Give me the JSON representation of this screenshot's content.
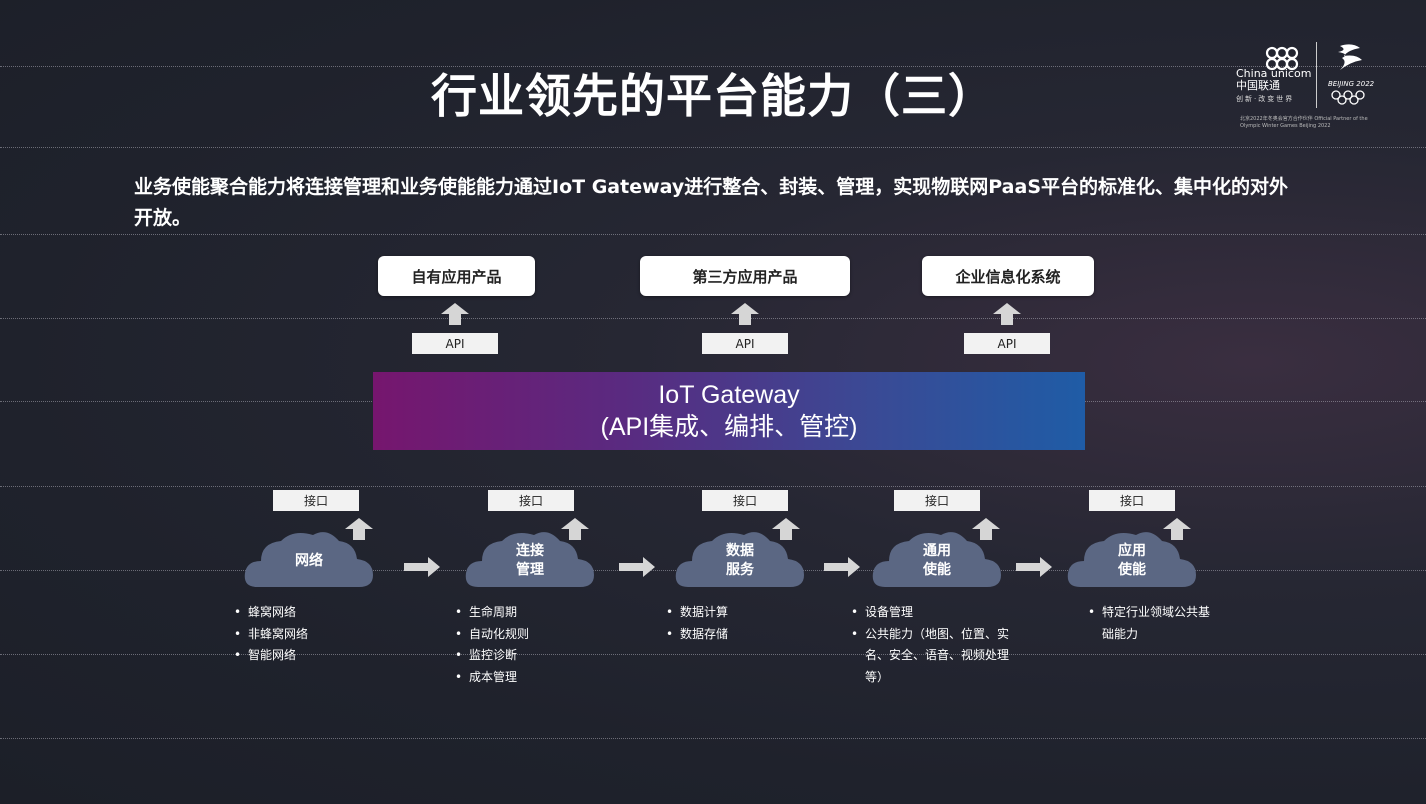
{
  "title": "行业领先的平台能力（三）",
  "logo": {
    "brand_text": "China unicom中国联通",
    "tagline": "创新·改变世界",
    "partner_line": "北京2022年冬奥会官方合作伙伴 Official Partner of the Olympic Winter Games Beijing 2022",
    "beijing": "BEIJING 2022"
  },
  "intro": " 业务使能聚合能力将连接管理和业务使能能力通过IoT Gateway进行整合、封装、管理，实现物联网PaaS平台的标准化、集中化的对外开放。",
  "top_products": [
    {
      "label": "自有应用产品",
      "api": "API"
    },
    {
      "label": "第三方应用产品",
      "api": "API"
    },
    {
      "label": "企业信息化系统",
      "api": "API"
    }
  ],
  "gateway": {
    "line1": "IoT Gateway",
    "line2": "(API集成、编排、管控)"
  },
  "modules": [
    {
      "name_line1": "网络",
      "name_line2": "",
      "interface": "接口",
      "items": [
        "蜂窝网络",
        "非蜂窝网络",
        "智能网络"
      ]
    },
    {
      "name_line1": "连接",
      "name_line2": "管理",
      "interface": "接口",
      "items": [
        "生命周期",
        "自动化规则",
        "监控诊断",
        "成本管理"
      ]
    },
    {
      "name_line1": "数据",
      "name_line2": "服务",
      "interface": "接口",
      "items": [
        "数据计算",
        "数据存储"
      ]
    },
    {
      "name_line1": "通用",
      "name_line2": "使能",
      "interface": "接口",
      "items": [
        "设备管理",
        "公共能力（地图、位置、实名、安全、语音、视频处理等）"
      ]
    },
    {
      "name_line1": "应用",
      "name_line2": "使能",
      "interface": "接口",
      "items": [
        "特定行业领域公共基础能力"
      ]
    }
  ],
  "colors": {
    "cloud": "#5b6783",
    "arrow": "#d6d6d6",
    "gateway_start": "#76166e",
    "gateway_end": "#1f5ca6"
  }
}
